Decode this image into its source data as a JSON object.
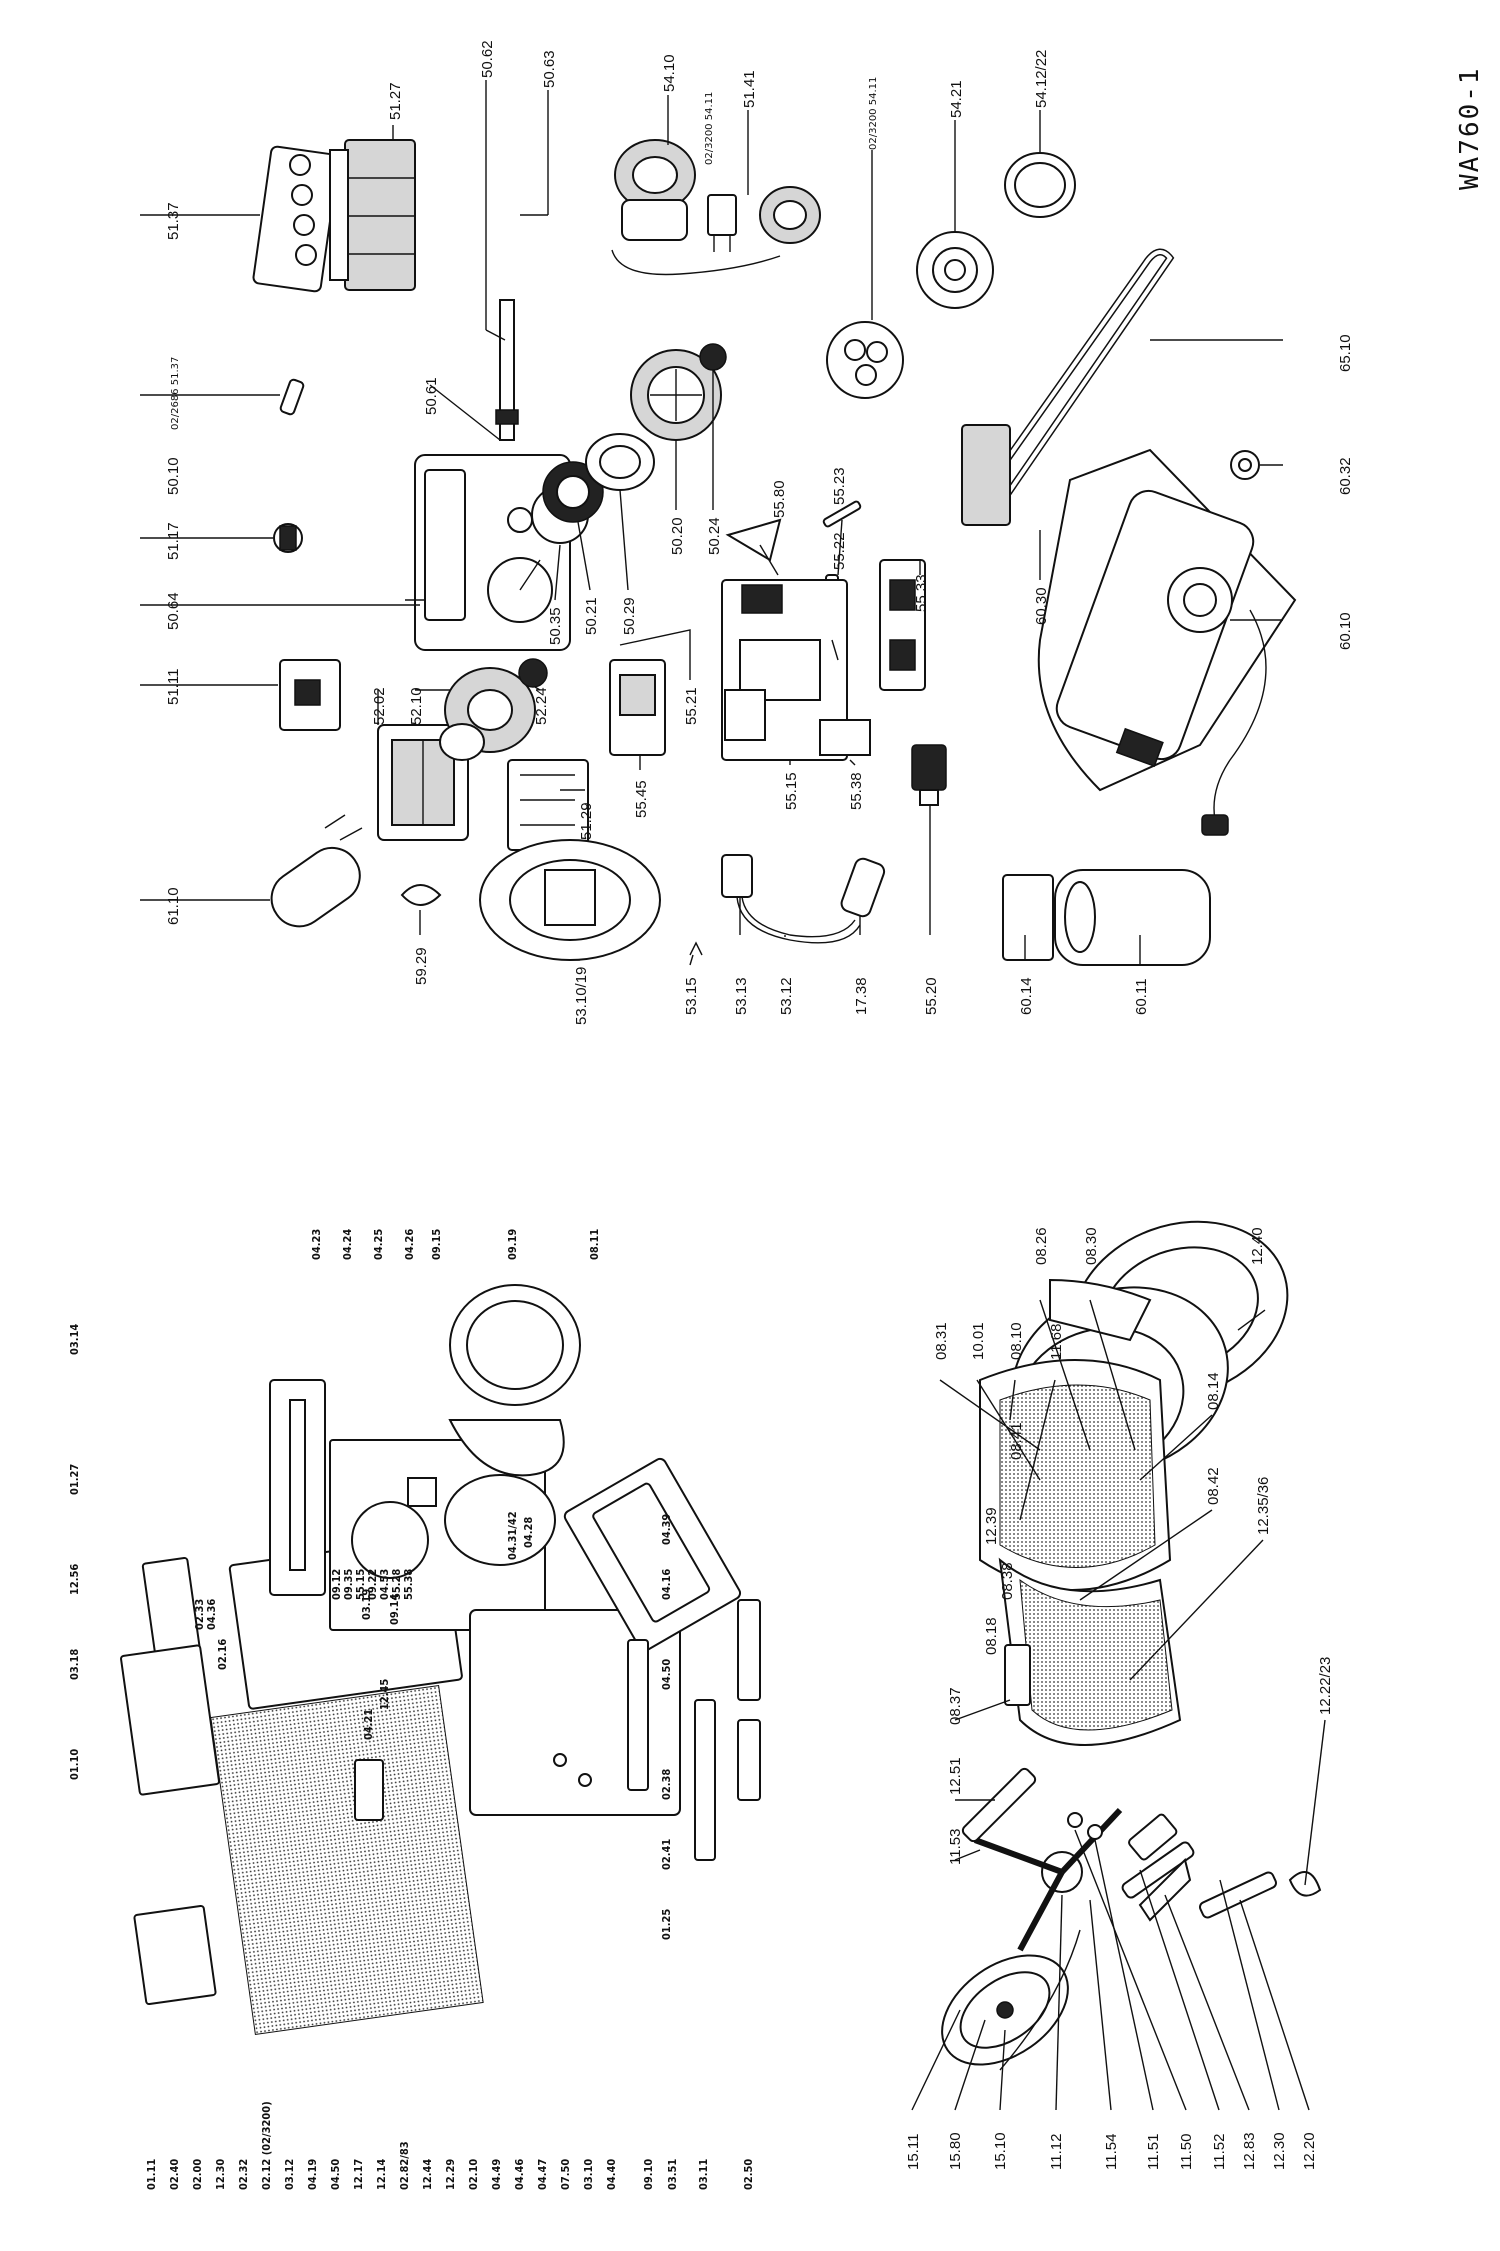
{
  "document_code": "WA760-1",
  "labels": [
    {
      "id": "51.27",
      "text": "51.27"
    },
    {
      "id": "50.62",
      "text": "50.62"
    },
    {
      "id": "50.63",
      "text": "50.63"
    },
    {
      "id": "54.10",
      "text": "54.10"
    },
    {
      "id": "54.11a",
      "text": "02/3200 54.11"
    },
    {
      "id": "51.41",
      "text": "51.41"
    },
    {
      "id": "54.11b",
      "text": "02/3200 54.11"
    },
    {
      "id": "54.21",
      "text": "54.21"
    },
    {
      "id": "54.12",
      "text": "54.12/22"
    },
    {
      "id": "51.37a",
      "text": "51.37"
    },
    {
      "id": "51.37b",
      "text": "02/2686 51.37"
    },
    {
      "id": "50.61",
      "text": "50.61"
    },
    {
      "id": "50.10",
      "text": "50.10"
    },
    {
      "id": "51.17",
      "text": "51.17"
    },
    {
      "id": "50.64",
      "text": "50.64"
    },
    {
      "id": "50.35",
      "text": "50.35"
    },
    {
      "id": "50.21",
      "text": "50.21"
    },
    {
      "id": "50.29",
      "text": "50.29"
    },
    {
      "id": "50.20",
      "text": "50.20"
    },
    {
      "id": "50.24",
      "text": "50.24"
    },
    {
      "id": "55.80",
      "text": "55.80"
    },
    {
      "id": "55.23",
      "text": "55.23"
    },
    {
      "id": "55.22",
      "text": "55.22"
    },
    {
      "id": "55.33",
      "text": "55.33"
    },
    {
      "id": "65.10",
      "text": "65.10"
    },
    {
      "id": "60.32",
      "text": "60.32"
    },
    {
      "id": "60.30",
      "text": "60.30"
    },
    {
      "id": "60.10",
      "text": "60.10"
    },
    {
      "id": "51.11",
      "text": "51.11"
    },
    {
      "id": "52.02",
      "text": "52.02"
    },
    {
      "id": "52.10",
      "text": "52.10"
    },
    {
      "id": "52.24",
      "text": "52.24"
    },
    {
      "id": "55.21",
      "text": "55.21"
    },
    {
      "id": "51.29",
      "text": "51.29"
    },
    {
      "id": "55.45",
      "text": "55.45"
    },
    {
      "id": "55.15",
      "text": "55.15"
    },
    {
      "id": "55.38",
      "text": "55.38"
    },
    {
      "id": "61.10",
      "text": "61.10"
    },
    {
      "id": "59.29",
      "text": "59.29"
    },
    {
      "id": "53.10",
      "text": "53.10/19"
    },
    {
      "id": "53.15",
      "text": "53.15"
    },
    {
      "id": "53.13",
      "text": "53.13"
    },
    {
      "id": "53.12",
      "text": "53.12"
    },
    {
      "id": "17.38",
      "text": "17.38"
    },
    {
      "id": "55.20",
      "text": "55.20"
    },
    {
      "id": "60.14",
      "text": "60.14"
    },
    {
      "id": "60.11",
      "text": "60.11"
    },
    {
      "id": "03.14",
      "text": "03.14"
    },
    {
      "id": "01.27",
      "text": "01.27"
    },
    {
      "id": "12.56",
      "text": "12.56"
    },
    {
      "id": "03.18",
      "text": "03.18"
    },
    {
      "id": "01.10",
      "text": "01.10"
    },
    {
      "id": "01.11",
      "text": "01.11"
    },
    {
      "id": "02.40",
      "text": "02.40"
    },
    {
      "id": "02.00",
      "text": "02.00"
    },
    {
      "id": "12.30l",
      "text": "12.30"
    },
    {
      "id": "02.32",
      "text": "02.32"
    },
    {
      "id": "02.12",
      "text": "02.12 (02/3200)"
    },
    {
      "id": "03.12",
      "text": "03.12"
    },
    {
      "id": "04.19",
      "text": "04.19"
    },
    {
      "id": "04.50l",
      "text": "04.50"
    },
    {
      "id": "12.17",
      "text": "12.17"
    },
    {
      "id": "12.14",
      "text": "12.14"
    },
    {
      "id": "02.82",
      "text": "02.82/83"
    },
    {
      "id": "12.44",
      "text": "12.44"
    },
    {
      "id": "12.29",
      "text": "12.29"
    },
    {
      "id": "02.10",
      "text": "02.10"
    },
    {
      "id": "04.49",
      "text": "04.49"
    },
    {
      "id": "04.46",
      "text": "04.46"
    },
    {
      "id": "04.47",
      "text": "04.47"
    },
    {
      "id": "07.50",
      "text": "07.50"
    },
    {
      "id": "03.10",
      "text": "03.10"
    },
    {
      "id": "04.40",
      "text": "04.40"
    },
    {
      "id": "09.10",
      "text": "09.10"
    },
    {
      "id": "03.51",
      "text": "03.51"
    },
    {
      "id": "03.11",
      "text": "03.11"
    },
    {
      "id": "02.50",
      "text": "02.50"
    },
    {
      "id": "02.33",
      "text": "02.33"
    },
    {
      "id": "04.36",
      "text": "04.36"
    },
    {
      "id": "02.16",
      "text": "02.16"
    },
    {
      "id": "03.19",
      "text": "03.19"
    },
    {
      "id": "09.14",
      "text": "09.14"
    },
    {
      "id": "12.45",
      "text": "12.45"
    },
    {
      "id": "04.21",
      "text": "04.21"
    },
    {
      "id": "09.12",
      "text": "09.12"
    },
    {
      "id": "09.35",
      "text": "09.35"
    },
    {
      "id": "55.15b",
      "text": "55.15"
    },
    {
      "id": "09.22",
      "text": "09.22"
    },
    {
      "id": "04.53",
      "text": "04.53"
    },
    {
      "id": "55.28",
      "text": "55.28"
    },
    {
      "id": "55.38b",
      "text": "55.38"
    },
    {
      "id": "04.28",
      "text": "04.28"
    },
    {
      "id": "04.31",
      "text": "04.31/42"
    },
    {
      "id": "04.23",
      "text": "04.23"
    },
    {
      "id": "04.24",
      "text": "04.24"
    },
    {
      "id": "04.25",
      "text": "04.25"
    },
    {
      "id": "04.26",
      "text": "04.26"
    },
    {
      "id": "09.15",
      "text": "09.15"
    },
    {
      "id": "09.19",
      "text": "09.19"
    },
    {
      "id": "08.11",
      "text": "08.11"
    },
    {
      "id": "04.39",
      "text": "04.39"
    },
    {
      "id": "04.16",
      "text": "04.16"
    },
    {
      "id": "04.50",
      "text": "04.50"
    },
    {
      "id": "02.38",
      "text": "02.38"
    },
    {
      "id": "02.41",
      "text": "02.41"
    },
    {
      "id": "01.25",
      "text": "01.25"
    },
    {
      "id": "08.26",
      "text": "08.26"
    },
    {
      "id": "08.30",
      "text": "08.30"
    },
    {
      "id": "12.40",
      "text": "12.40"
    },
    {
      "id": "08.31",
      "text": "08.31"
    },
    {
      "id": "10.01",
      "text": "10.01"
    },
    {
      "id": "08.10",
      "text": "08.10"
    },
    {
      "id": "11.68",
      "text": "11.68"
    },
    {
      "id": "08.41",
      "text": "08.41"
    },
    {
      "id": "12.39",
      "text": "12.39"
    },
    {
      "id": "08.38",
      "text": "08.38"
    },
    {
      "id": "08.18",
      "text": "08.18"
    },
    {
      "id": "08.37",
      "text": "08.37"
    },
    {
      "id": "12.51",
      "text": "12.51"
    },
    {
      "id": "11.53",
      "text": "11.53"
    },
    {
      "id": "08.14",
      "text": "08.14"
    },
    {
      "id": "08.42",
      "text": "08.42"
    },
    {
      "id": "12.35",
      "text": "12.35/36"
    },
    {
      "id": "12.22",
      "text": "12.22/23"
    },
    {
      "id": "15.11",
      "text": "15.11"
    },
    {
      "id": "15.80",
      "text": "15.80"
    },
    {
      "id": "15.10",
      "text": "15.10"
    },
    {
      "id": "11.12",
      "text": "11.12"
    },
    {
      "id": "11.54",
      "text": "11.54"
    },
    {
      "id": "11.51",
      "text": "11.51"
    },
    {
      "id": "11.50",
      "text": "11.50"
    },
    {
      "id": "11.52",
      "text": "11.52"
    },
    {
      "id": "12.83",
      "text": "12.83"
    },
    {
      "id": "12.30",
      "text": "12.30"
    },
    {
      "id": "12.20",
      "text": "12.20"
    }
  ]
}
